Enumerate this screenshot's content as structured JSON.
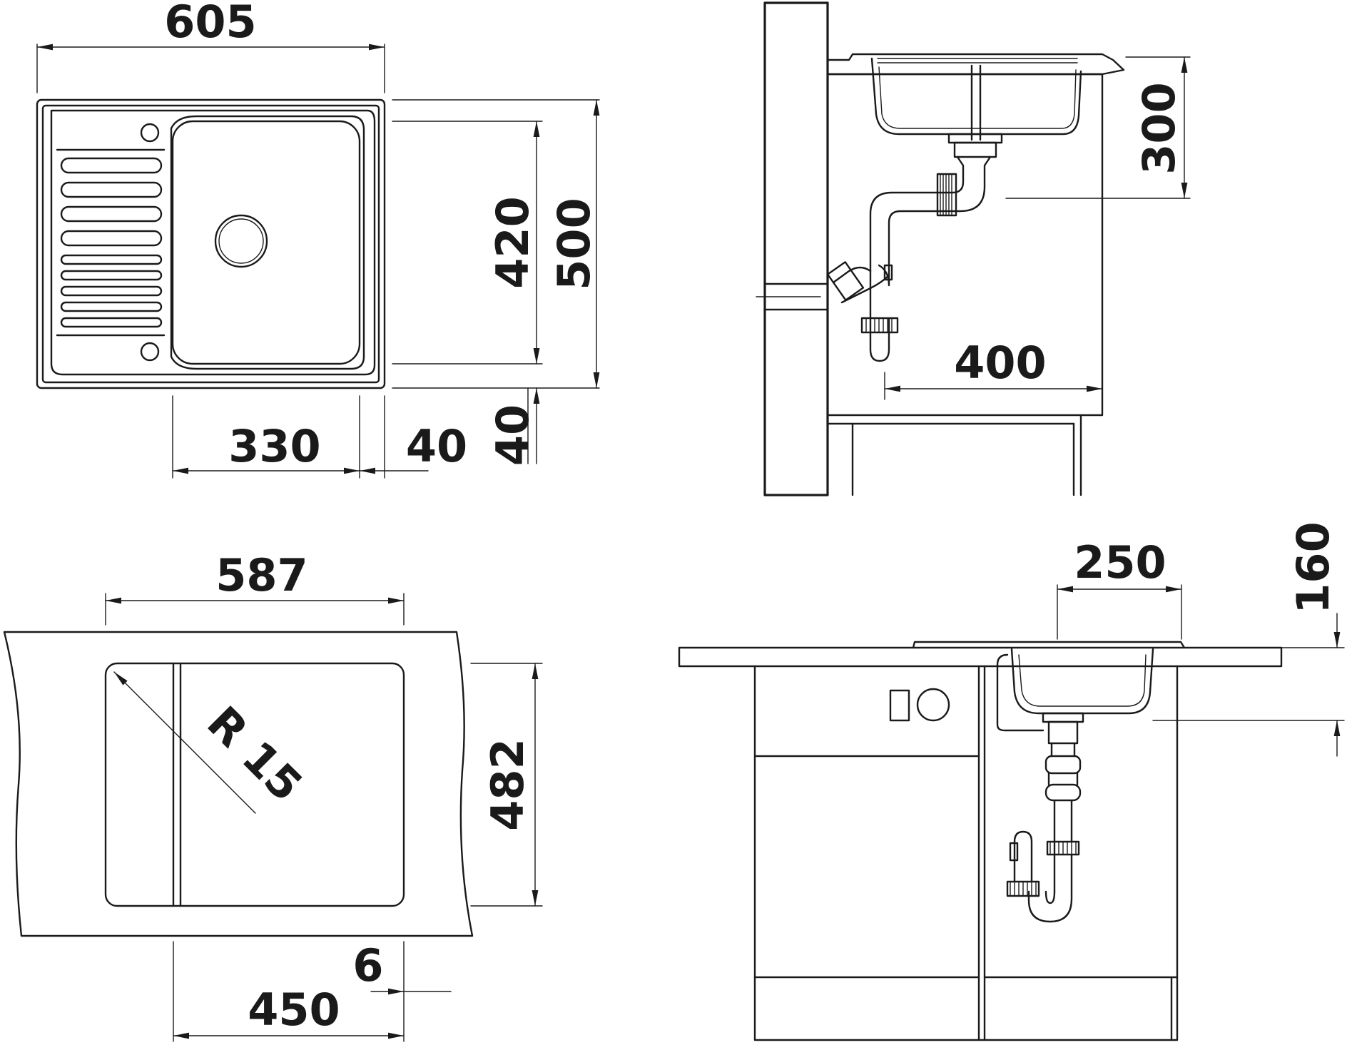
{
  "dimensions": {
    "top_view_width": "605",
    "top_view_depth": "500",
    "bowl_depth": "420",
    "bowl_width": "330",
    "flange_right": "40",
    "flange_bottom": "40",
    "cutout_width": "587",
    "cutout_depth": "482",
    "corner_radius": "R 15",
    "min_cabinet_width": "450",
    "overhang": "6",
    "side_height": "300",
    "side_drain_depth": "400",
    "front_bowl_offset": "250",
    "front_height": "160"
  }
}
